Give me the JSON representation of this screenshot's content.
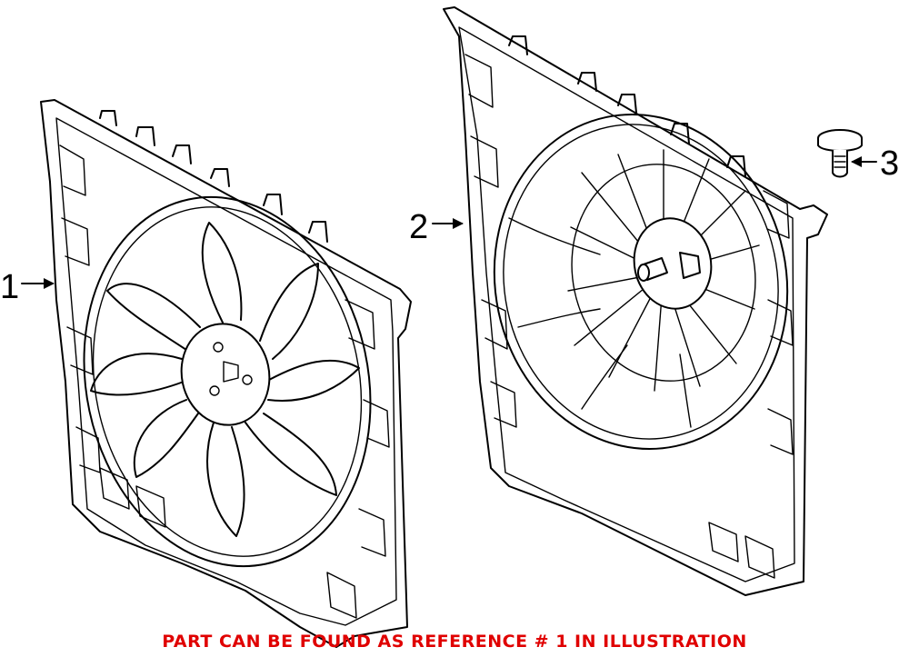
{
  "diagram": {
    "callouts": [
      {
        "id": "1",
        "label": "1"
      },
      {
        "id": "2",
        "label": "2"
      },
      {
        "id": "3",
        "label": "3"
      }
    ],
    "note": "PART CAN BE FOUND AS REFERENCE # 1 IN ILLUSTRATION",
    "colors": {
      "line": "#000000",
      "note": "#e00000",
      "background": "#ffffff"
    }
  }
}
